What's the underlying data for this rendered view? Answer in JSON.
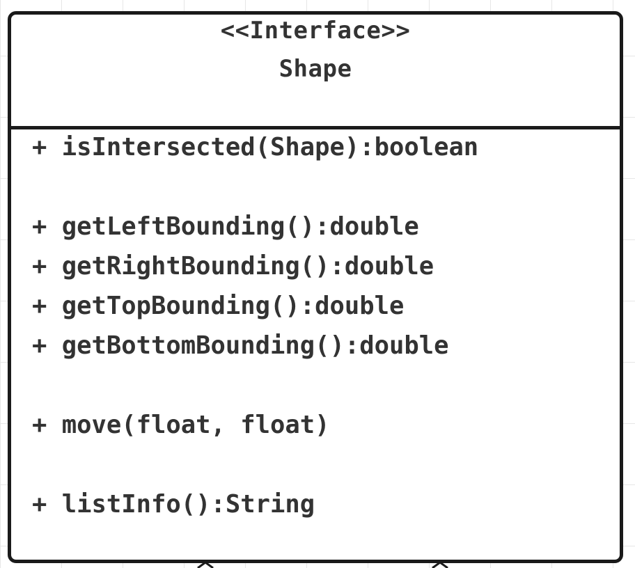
{
  "interface": {
    "stereotype": "<<Interface>>",
    "name": "Shape"
  },
  "methods": [
    {
      "label": "+ isIntersected(Shape):boolean"
    },
    {
      "label": "+ getLeftBounding():double"
    },
    {
      "label": "+ getRightBounding():double"
    },
    {
      "label": "+ getTopBounding():double"
    },
    {
      "label": "+ getBottomBounding():double"
    },
    {
      "label": "+ move(float, float)"
    },
    {
      "label": "+ listInfo():String"
    }
  ],
  "colors": {
    "border": "#1a1a1a",
    "text": "#333333",
    "grid": "#e6e6e6"
  }
}
